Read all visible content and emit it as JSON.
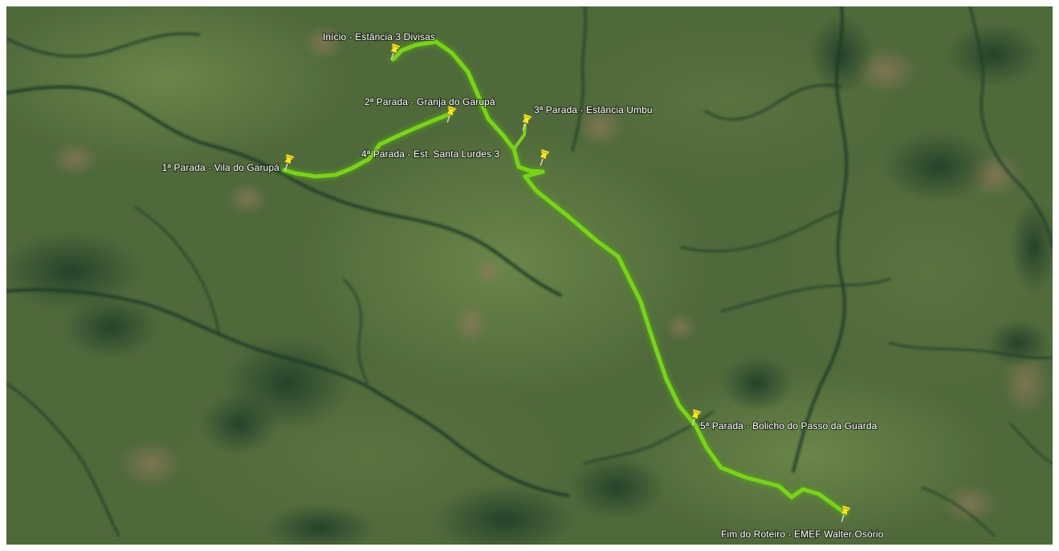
{
  "map": {
    "imagery": "satellite",
    "route": {
      "color": "#7cd11c",
      "glow_color": "#4fa80e"
    },
    "pin_icon": "yellow-pushpin-icon",
    "pin_color": "#f3e52a",
    "label_color": "#ffffff",
    "placemarks": [
      {
        "id": "inicio",
        "label": "Início - Estância 3 Divisas"
      },
      {
        "id": "parada-1",
        "label": "1ª Parada - Vila do Garupá"
      },
      {
        "id": "parada-2",
        "label": "2ª Parada - Granja do Garupá"
      },
      {
        "id": "parada-3",
        "label": "3ª Parada - Estância Umbu"
      },
      {
        "id": "parada-4",
        "label": "4ª Parada - Est. Santa Lurdes 3"
      },
      {
        "id": "parada-5",
        "label": "5ª Parada - Bolicho do Passo da Guarda"
      },
      {
        "id": "fim",
        "label": "Fim do Roteiro - EMEF Walter Osório"
      }
    ]
  }
}
